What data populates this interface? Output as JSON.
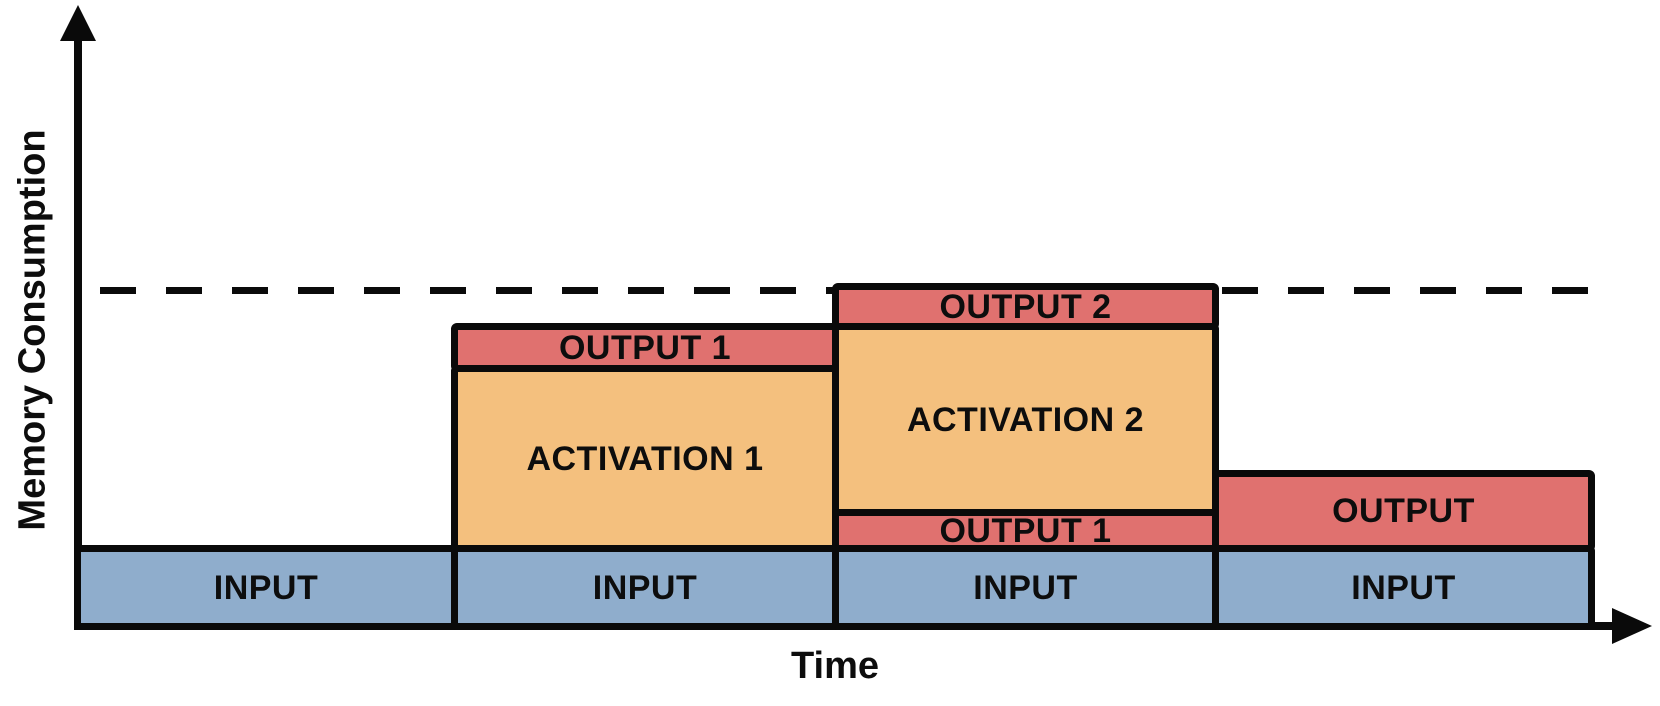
{
  "figure": {
    "y_axis_label": "Memory Consumption",
    "x_axis_label": "Time"
  },
  "colors": {
    "input": "#8FADCC",
    "activation": "#F4C07E",
    "output": "#E0716F",
    "border": "#0A0A0A",
    "text": "#0D0D0D"
  },
  "chart_data": {
    "type": "bar",
    "subtype": "stacked-schematic-timeline",
    "title": "",
    "xlabel": "Time",
    "ylabel": "Memory Consumption",
    "grid": false,
    "memory_limit_line": {
      "style": "dashed",
      "approx_value_units": 4.15,
      "note_visible": false
    },
    "segments": [
      {
        "blocks": [
          {
            "label": "INPUT",
            "role": "input",
            "approx_units": 1.0
          }
        ]
      },
      {
        "blocks": [
          {
            "label": "INPUT",
            "role": "input",
            "approx_units": 1.0
          },
          {
            "label": "ACTIVATION 1",
            "role": "activation",
            "approx_units": 2.15
          },
          {
            "label": "OUTPUT 1",
            "role": "output",
            "approx_units": 0.55
          }
        ]
      },
      {
        "blocks": [
          {
            "label": "INPUT",
            "role": "input",
            "approx_units": 1.0
          },
          {
            "label": "OUTPUT 1",
            "role": "output",
            "approx_units": 0.45
          },
          {
            "label": "ACTIVATION 2",
            "role": "activation",
            "approx_units": 2.25
          },
          {
            "label": "OUTPUT 2",
            "role": "output",
            "approx_units": 0.5
          }
        ]
      },
      {
        "blocks": [
          {
            "label": "INPUT",
            "role": "input",
            "approx_units": 1.0
          },
          {
            "label": "OUTPUT",
            "role": "output",
            "approx_units": 0.9
          }
        ]
      }
    ]
  }
}
